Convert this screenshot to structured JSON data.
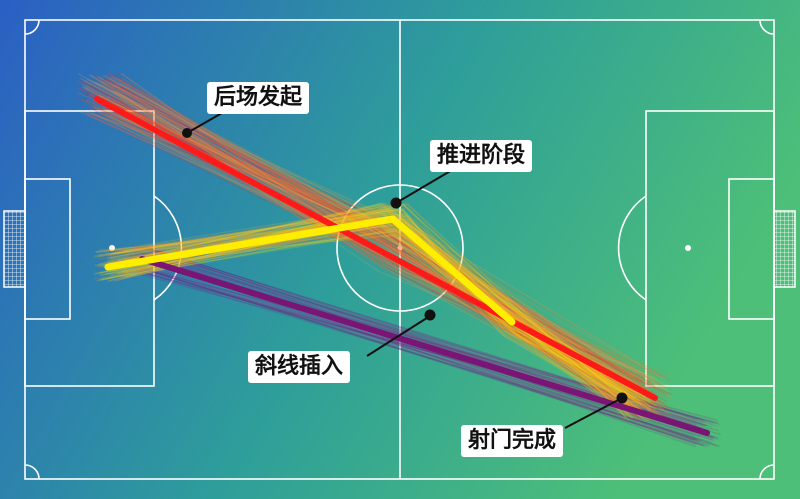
{
  "labels": {
    "buildup": "后场发起",
    "advance": "推进阶段",
    "diagonal": "斜线插入",
    "finish": "射门完成"
  },
  "colors": {
    "pitch_left": "#2b5fc4",
    "pitch_mid": "#2e9e9a",
    "pitch_right": "#4dbf78",
    "pitch_lines": "#ffffff",
    "path_red": "#ff1a1a",
    "path_orange": "#ff8a1e",
    "path_yellow": "#ffee00",
    "path_purple": "#7a1475",
    "marker": "#111111"
  }
}
